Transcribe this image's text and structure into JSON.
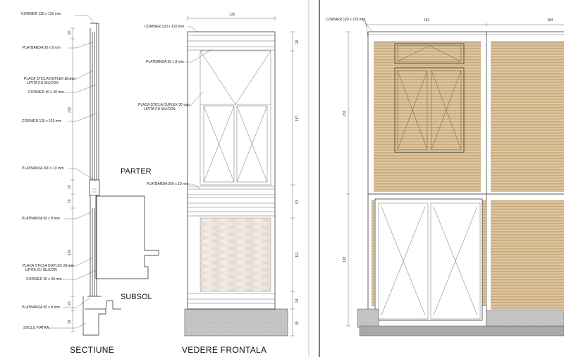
{
  "section": {
    "title": "SECTIUNE",
    "labels": {
      "corner_top": "CORNIER 120 x 120 mm",
      "platbanda_50_top": "PLATBANDA 50 x 8 mm",
      "placa_top_1": "PLACA STICLA DUPLEX 20 mm",
      "placa_top_2": "LIPITA CU SILICON",
      "cornier_40_top": "CORNIER 40 x 40 mm",
      "corner_mid": "CORNIER 120 x 120 mm",
      "platbanda_200": "PLATBANDA 200 x 10 mm",
      "platbanda_50_mid": "PLATBANDA 50 x 8 mm",
      "placa_bot_1": "PLACA STICLA DUPLEX 20 mm",
      "placa_bot_2": "LIPITA CU SILICON",
      "cornier_40_bot": "CORNIER 40 x 40 mm",
      "platbanda_50_bot": "PLATBANDA 50 x 8 mm",
      "soclu": "SOCLU PIATRA",
      "parter": "PARTER",
      "subsol": "SUBSOL"
    },
    "dims": [
      "20",
      "212",
      "19",
      "19",
      "130",
      "20",
      "39"
    ]
  },
  "front": {
    "title": "VEDERE FRONTALA",
    "labels": {
      "corner": "CORNIER 120 x 120 mm",
      "platbanda_50": "PLATBANDA 50 x 8 mm",
      "placa_1": "PLACA STICLA DUPLEX 20 mm",
      "placa_2": "LIPITA CU SILICON",
      "platbanda_200": "PLATBANDA 200 x 10 mm"
    },
    "width_dim": "130",
    "dims": [
      "26",
      "187",
      "51",
      "111",
      "24",
      "39"
    ]
  },
  "right": {
    "corner_label": "CORNIER 120 x 120 mm",
    "width_dims": [
      "181",
      "184"
    ],
    "height_dims": [
      "236",
      "198"
    ]
  }
}
